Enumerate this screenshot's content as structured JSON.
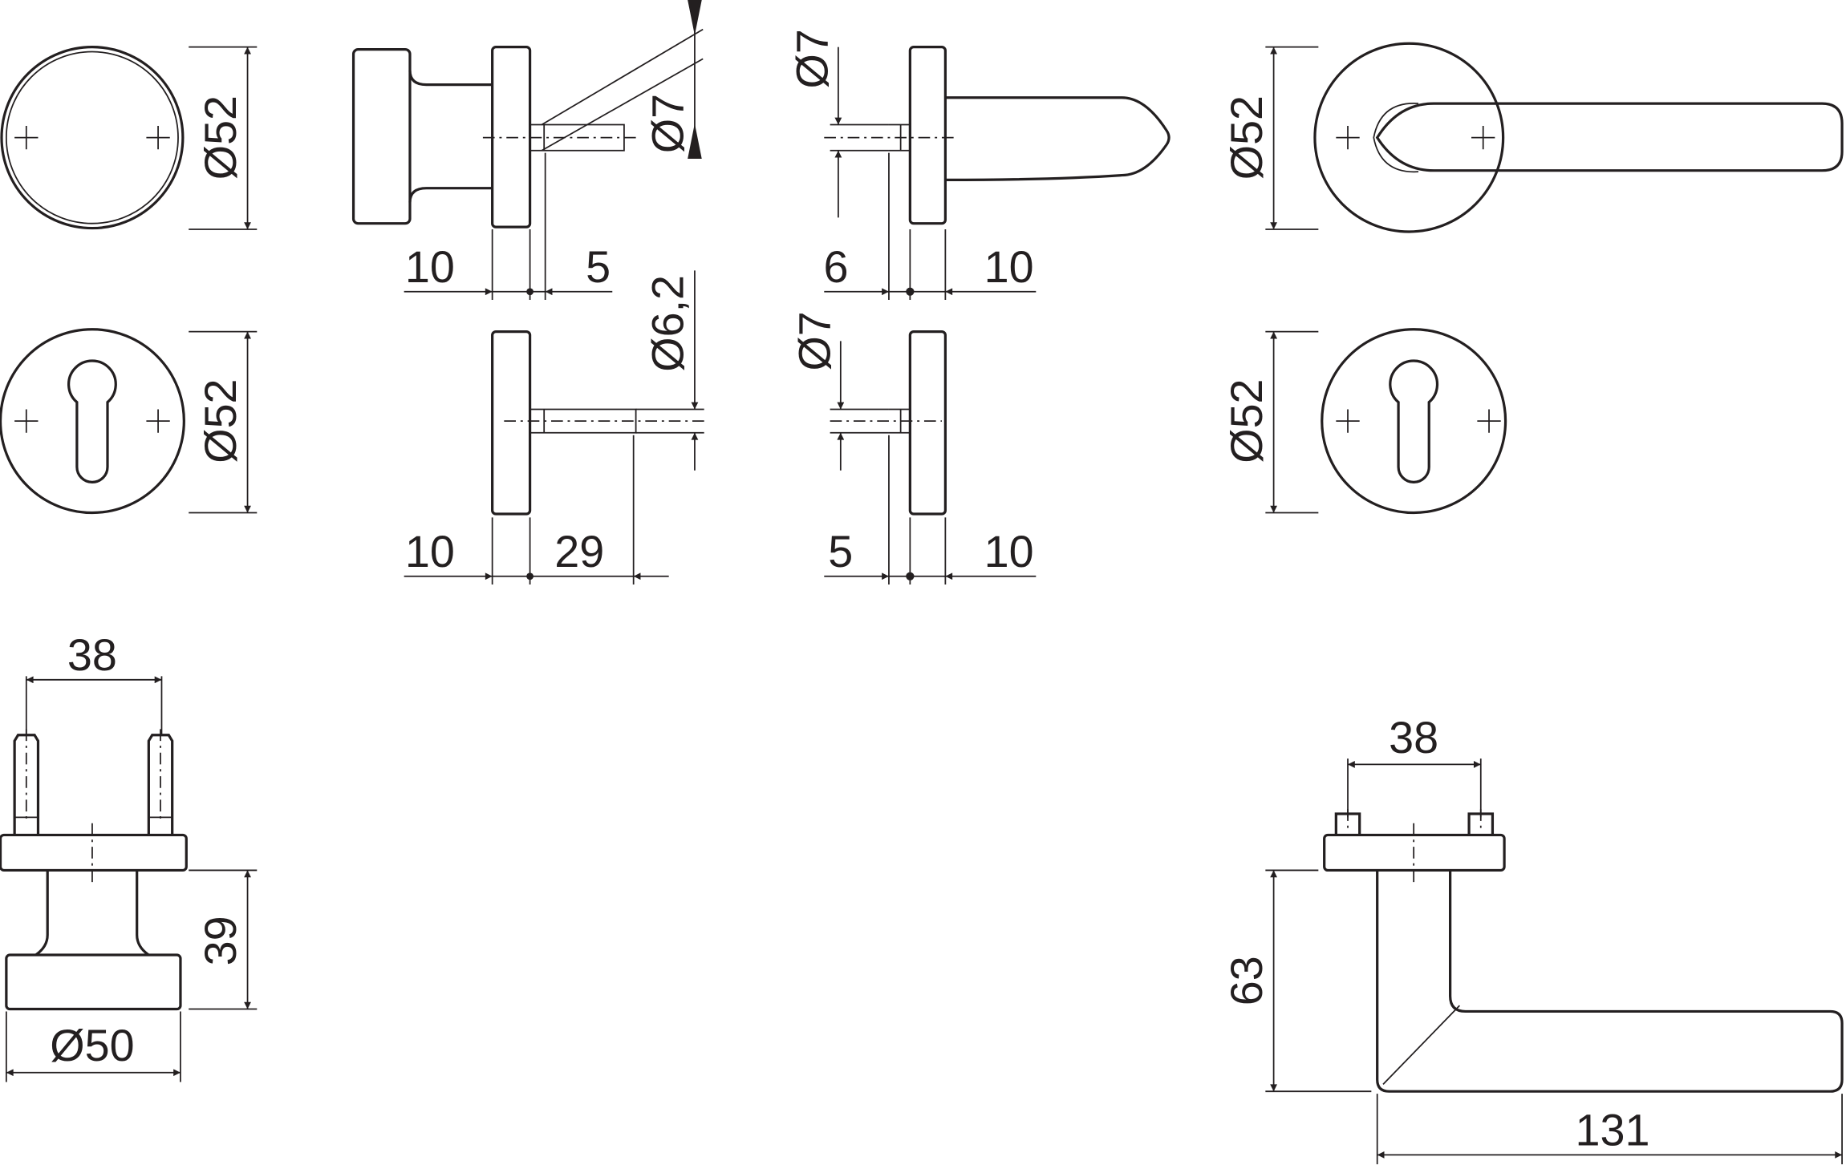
{
  "drawing": {
    "colors": {
      "line": "#231f20",
      "background": "#ffffff"
    },
    "row1": {
      "rose_round_dia": "Ø52",
      "knob_rose_width": "10",
      "knob_spindle_offset": "5",
      "knob_spindle_dia": "Ø7",
      "lever_spindle_dia": "Ø7",
      "lever_offset": "6",
      "lever_rose_width": "10",
      "lever_rose_dia": "Ø52"
    },
    "row2": {
      "escutcheon_left_dia": "Ø52",
      "escutcheon_width": "10",
      "pin_length": "29",
      "pin_dia": "Ø6,2",
      "stub_dia": "Ø7",
      "stub_offset": "5",
      "stub_rose_width": "10",
      "escutcheon_right_dia": "Ø52"
    },
    "row3": {
      "knob_pin_spacing": "38",
      "knob_projection": "39",
      "knob_dia": "Ø50",
      "lever_pin_spacing": "38",
      "lever_projection": "63",
      "lever_length": "131"
    }
  }
}
